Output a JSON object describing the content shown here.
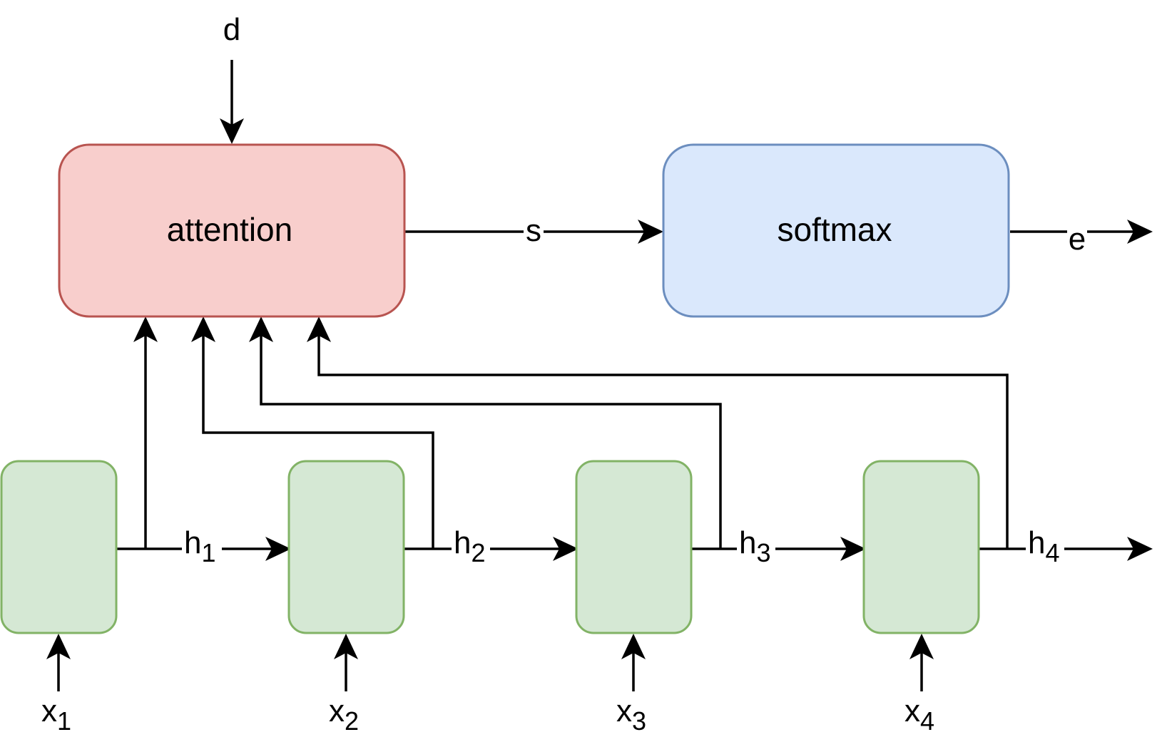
{
  "nodes": {
    "attention": {
      "label": "attention",
      "fill": "#f8cecc",
      "stroke": "#b85450"
    },
    "softmax": {
      "label": "softmax",
      "fill": "#dae8fc",
      "stroke": "#6c8ebf"
    },
    "cells": {
      "count": 4,
      "fill": "#d5e8d4",
      "stroke": "#82b366"
    }
  },
  "labels": {
    "d": "d",
    "s": "s",
    "e": "e",
    "h1": {
      "base": "h",
      "sub": "1"
    },
    "h2": {
      "base": "h",
      "sub": "2"
    },
    "h3": {
      "base": "h",
      "sub": "3"
    },
    "h4": {
      "base": "h",
      "sub": "4"
    },
    "x1": {
      "base": "x",
      "sub": "1"
    },
    "x2": {
      "base": "x",
      "sub": "2"
    },
    "x3": {
      "base": "x",
      "sub": "3"
    },
    "x4": {
      "base": "x",
      "sub": "4"
    }
  },
  "colors": {
    "edge": "#000000"
  }
}
